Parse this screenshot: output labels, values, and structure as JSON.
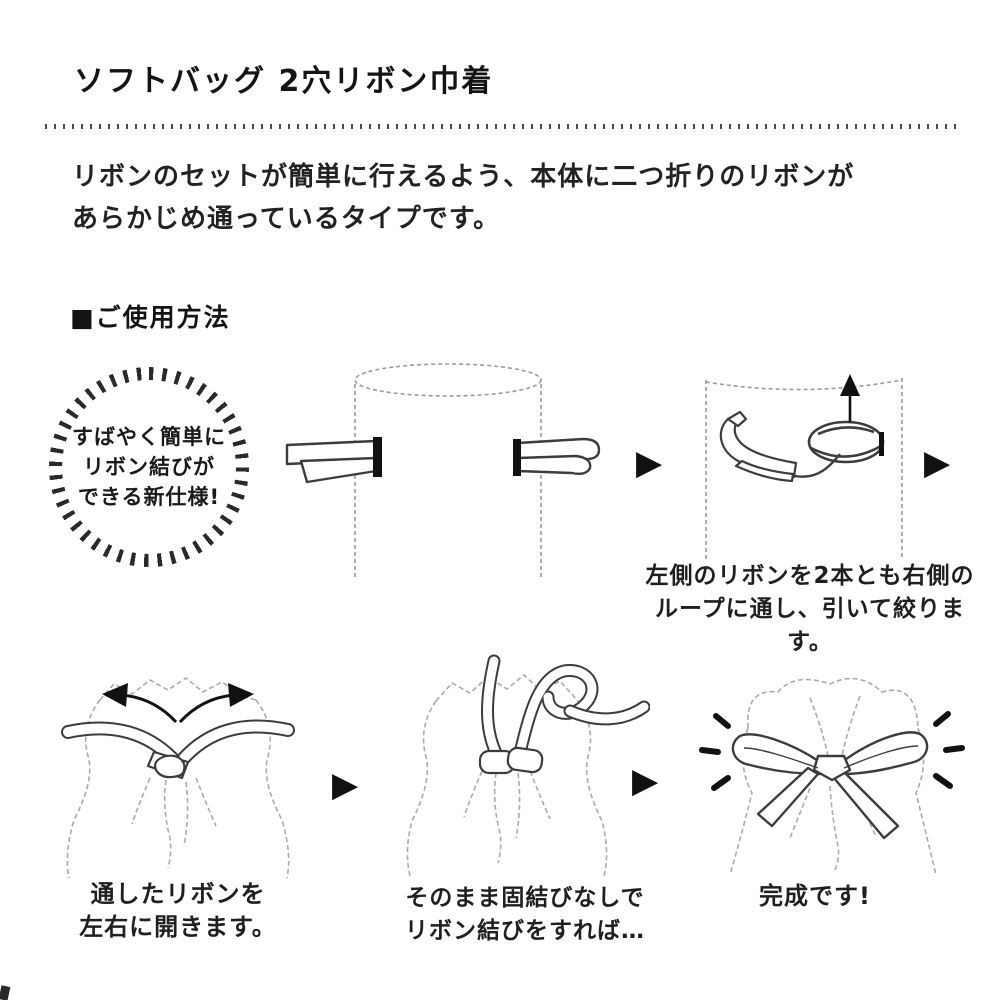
{
  "title": "ソフトバッグ 2穴リボン巾着",
  "description": {
    "line1": "リボンのセットが簡単に行えるよう、本体に二つ折りのリボンが",
    "line2": "あらかじめ通っているタイプです。"
  },
  "section": {
    "header": "■ご使用方法"
  },
  "badge": {
    "line1": "すばやく簡単に",
    "line2": "リボン結びが",
    "line3": "できる新仕様!"
  },
  "captions": {
    "step2_line1": "左側のリボンを2本とも右側の",
    "step2_line2": "ループに通し、引いて絞ります。",
    "step3_line1": "通したリボンを",
    "step3_line2": "左右に開きます。",
    "step4_line1": "そのまま固結びなしで",
    "step4_line2": "リボン結びをすれば…",
    "step5": "完成です!"
  },
  "icons": {
    "next_arrow": "▶"
  },
  "colors": {
    "ink": "#1c1c1c",
    "sketch_line": "#9b9b9b",
    "ribbon_line": "#3c3c3c",
    "solid_black": "#111111"
  }
}
